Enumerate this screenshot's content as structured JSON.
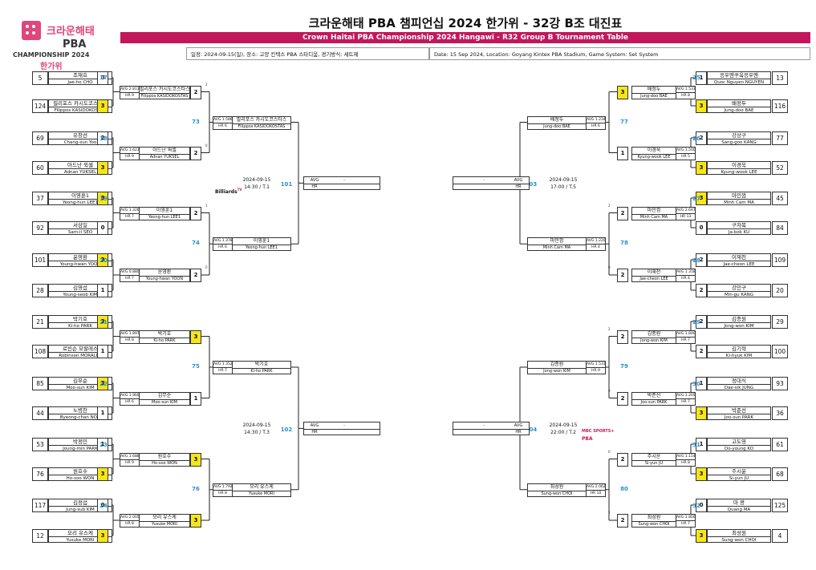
{
  "header": {
    "logo": {
      "brand": "크라운해태",
      "pba": "PBA",
      "champ": "CHAMPIONSHIP 2024",
      "hg": "한가위"
    },
    "title_ko": "크라운해태 PBA 챔피언십 2024 한가위 - 32강 B조 대진표",
    "title_en": "Crown Haitai PBA Championship 2024 Hangawi - R32 Group B Tournament Table",
    "info_ko": "일정: 2024-09-15(일), 장소: 고양 킨텍스 PBA 스타디움, 경기방식: 세트제",
    "info_en": "Date: 15 Sep 2024, Location: Goyang Kintex PBA Stadium, Game System: Set System"
  },
  "left": {
    "players": [
      {
        "seed": "5",
        "ko": "조재호",
        "en": "Jae-ho CHO",
        "score": "0"
      },
      {
        "seed": "124",
        "ko": "필리포스 카시도코스타스",
        "en": "Filippos KASIDOKOSTAS",
        "score": "3"
      },
      {
        "seed": "69",
        "ko": "유창선",
        "en": "Chang-sun Yoo",
        "score": "2"
      },
      {
        "seed": "60",
        "ko": "아드난 윅셀",
        "en": "Adnan YUKSEL",
        "score": "3"
      },
      {
        "seed": "37",
        "ko": "이영훈1",
        "en": "Yeong-hun LEE1",
        "score": "3"
      },
      {
        "seed": "92",
        "ko": "서삼일",
        "en": "Sam-il SEO",
        "score": "0"
      },
      {
        "seed": "101",
        "ko": "윤영환",
        "en": "Young-hwan YOON",
        "score": "3"
      },
      {
        "seed": "28",
        "ko": "김영섭",
        "en": "Young-seob KIM",
        "score": "1"
      },
      {
        "seed": "21",
        "ko": "박기호",
        "en": "Ki-ho PARK",
        "score": "3"
      },
      {
        "seed": "108",
        "ko": "로빈슨 모랄레스",
        "en": "Robinson MORALES",
        "score": "1"
      },
      {
        "seed": "85",
        "ko": "김무순",
        "en": "Moo-sun KIM",
        "score": "3"
      },
      {
        "seed": "44",
        "ko": "노병찬",
        "en": "Byeong-chan NOH",
        "score": "1"
      },
      {
        "seed": "53",
        "ko": "박정민",
        "en": "Joung-min PARK",
        "score": "1"
      },
      {
        "seed": "76",
        "ko": "원호수",
        "en": "Ho-soo WON",
        "score": "3"
      },
      {
        "seed": "117",
        "ko": "김정섭",
        "en": "Jung-sub KIM",
        "score": "0"
      },
      {
        "seed": "12",
        "ko": "모리 유스케",
        "en": "Yusuke MORI",
        "score": "3"
      }
    ],
    "r1": [
      {
        "num": "17",
        "avg": "AVG 2.813",
        "hr": "HR 9",
        "ko": "필리포스 카시도코스타스",
        "en": "Filippos KASIDOKOSTAS",
        "score": "2",
        "stub": "2"
      },
      {
        "num": "18",
        "avg": "AVG 1.623",
        "hr": "HR 9",
        "ko": "아드난 윅셀",
        "en": "Adnan YUKSEL",
        "score": "2",
        "stub": "0"
      },
      {
        "num": "19",
        "avg": "AVG 1.326",
        "hr": "HR 7",
        "ko": "이영훈1",
        "en": "Yeong-hun LEE1",
        "score": "2",
        "stub": "1"
      },
      {
        "num": "20",
        "avg": "AVG 0.880",
        "hr": "HR 7",
        "ko": "윤영환",
        "en": "Young-hwan YOON",
        "score": "2",
        "stub": "0"
      },
      {
        "num": "21",
        "avg": "AVG 1.897",
        "hr": "HR 8",
        "ko": "박기호",
        "en": "Ki-ho PARK",
        "score": "3",
        "stub": ""
      },
      {
        "num": "22",
        "avg": "AVG 1.960",
        "hr": "HR 6",
        "ko": "김무순",
        "en": "Moo-sun KIM",
        "score": "1",
        "stub": ""
      },
      {
        "num": "23",
        "avg": "AVG 1.688",
        "hr": "HR 9",
        "ko": "원호수",
        "en": "Ho-soo WON",
        "score": "3",
        "stub": ""
      },
      {
        "num": "24",
        "avg": "AVG 2.005",
        "hr": "HR 8",
        "ko": "모리 유스케",
        "en": "Yusuke MORI",
        "score": "3",
        "stub": ""
      }
    ],
    "r2": [
      {
        "num": "73",
        "avg": "AVG 1.586",
        "hr": "HR 6",
        "ko": "필리포스 카시도코스타스",
        "en": "Filippos KASIDOKOSTAS"
      },
      {
        "num": "74",
        "avg": "AVG 1.378",
        "hr": "HR 6",
        "ko": "이영훈1",
        "en": "Yeong-hun LEE1"
      },
      {
        "num": "75",
        "avg": "AVG 1.352",
        "hr": "HR 7",
        "ko": "박기호",
        "en": "Ki-ho PARK"
      },
      {
        "num": "76",
        "avg": "AVG 1.792",
        "hr": "HR 8",
        "ko": "모리 유스케",
        "en": "Yusuke MORI"
      }
    ],
    "finals": [
      {
        "num": "101",
        "date": "2024-09-15",
        "time": "14:30 / T.1",
        "avg": "AVG",
        "hr": "HR",
        "dash": "-"
      },
      {
        "num": "102",
        "date": "2024-09-15",
        "time": "14:30 / T.3",
        "avg": "AVG",
        "hr": "HR",
        "dash": "-"
      }
    ]
  },
  "right": {
    "players": [
      {
        "seed": "13",
        "ko": "응우옌꾸옥응우옌",
        "en": "Quoc Nguyen NGUYEN",
        "score": "1"
      },
      {
        "seed": "116",
        "ko": "배정두",
        "en": "Jung-doo BAE",
        "score": "3"
      },
      {
        "seed": "77",
        "ko": "강상구",
        "en": "Sang-goo KANG",
        "score": "2"
      },
      {
        "seed": "52",
        "ko": "이경욱",
        "en": "Kyung-wook LEE",
        "score": "3"
      },
      {
        "seed": "45",
        "ko": "마민껌",
        "en": "Minh Cam MA",
        "score": "3"
      },
      {
        "seed": "84",
        "ko": "구자복",
        "en": "Ja-bok KU",
        "score": "0"
      },
      {
        "seed": "109",
        "ko": "이재천",
        "en": "Jae-cheon LEE",
        "score": "2"
      },
      {
        "seed": "20",
        "ko": "강민구",
        "en": "Min-gu KANG",
        "score": "2"
      },
      {
        "seed": "29",
        "ko": "김종원",
        "en": "Jong-won KIM",
        "score": "2"
      },
      {
        "seed": "100",
        "ko": "김기혁",
        "en": "Ki-hyuk KIM",
        "score": "2"
      },
      {
        "seed": "93",
        "ko": "정대식",
        "en": "Dae-sik JUNG",
        "score": "1"
      },
      {
        "seed": "36",
        "ko": "박준선",
        "en": "Joo-sun PARK",
        "score": "3"
      },
      {
        "seed": "61",
        "ko": "고도영",
        "en": "Do-young KO",
        "score": "1"
      },
      {
        "seed": "68",
        "ko": "주시윤",
        "en": "Si-yun JU",
        "score": "3"
      },
      {
        "seed": "125",
        "ko": "마 꽝",
        "en": "Quang MA",
        "score": "0"
      },
      {
        "seed": "4",
        "ko": "최성원",
        "en": "Sung-won CHOI",
        "score": "3"
      }
    ],
    "r1": [
      {
        "num": "25",
        "avg": "AVG 1.533",
        "hr": "HR 8",
        "ko": "배정두",
        "en": "Jung-doo BAE",
        "score": "3",
        "stub": ""
      },
      {
        "num": "26",
        "avg": "AVG 1.500",
        "hr": "HR 5",
        "ko": "이경욱",
        "en": "Kyung-wook LEE",
        "score": "1",
        "stub": ""
      },
      {
        "num": "27",
        "avg": "AVG 2.647",
        "hr": "HR 13",
        "ko": "마민껌",
        "en": "Minh Cam MA",
        "score": "2",
        "stub": "2"
      },
      {
        "num": "28",
        "avg": "AVG 1.318",
        "hr": "HR 4",
        "ko": "이재천",
        "en": "Jae-cheon LEE",
        "score": "2",
        "stub": "0"
      },
      {
        "num": "29",
        "avg": "AVG 1.840",
        "hr": "HR 7",
        "ko": "김종원",
        "en": "Jong-won KIM",
        "score": "2",
        "stub": "2"
      },
      {
        "num": "30",
        "avg": "AVG 1.205",
        "hr": "HR 7",
        "ko": "박준선",
        "en": "Joo-sun PARK",
        "score": "2",
        "stub": "0"
      },
      {
        "num": "31",
        "avg": "AVG 1.114",
        "hr": "HR 8",
        "ko": "주시윤",
        "en": "Si-yun JU",
        "score": "2",
        "stub": "0"
      },
      {
        "num": "32",
        "avg": "AVG 1.800",
        "hr": "HR 7",
        "ko": "최성원",
        "en": "Sung-won CHOI",
        "score": "2",
        "stub": "2"
      }
    ],
    "r2": [
      {
        "num": "77",
        "avg": "AVG 1.234",
        "hr": "HR 6",
        "ko": "배정두",
        "en": "Jung-doo BAE"
      },
      {
        "num": "78",
        "avg": "AVG 1.220",
        "hr": "HR 4",
        "ko": "마민껌",
        "en": "Minh Cam MA"
      },
      {
        "num": "79",
        "avg": "AVG 1.531",
        "hr": "HR 9",
        "ko": "김종원",
        "en": "Jong-won KIM"
      },
      {
        "num": "80",
        "avg": "AVG 2.062",
        "hr": "HR 10",
        "ko": "최성원",
        "en": "Sung-won CHOI"
      }
    ],
    "finals": [
      {
        "num": "103",
        "date": "2024-09-15",
        "time": "17:00 / T.5",
        "avg": "AVG",
        "hr": "HR",
        "dash": "-"
      },
      {
        "num": "104",
        "date": "2024-09-15",
        "time": "22:00 / T.2",
        "avg": "AVG",
        "hr": "HR",
        "dash": "-"
      }
    ]
  },
  "sponsors": {
    "billiards": "Billiards",
    "tv": "TV",
    "mbc": "MBC SPORTS+",
    "pba": "PBA"
  },
  "colors": {
    "winner": "#f6e51a",
    "accent": "#c2185b",
    "match_number": "#2b8fd0"
  }
}
